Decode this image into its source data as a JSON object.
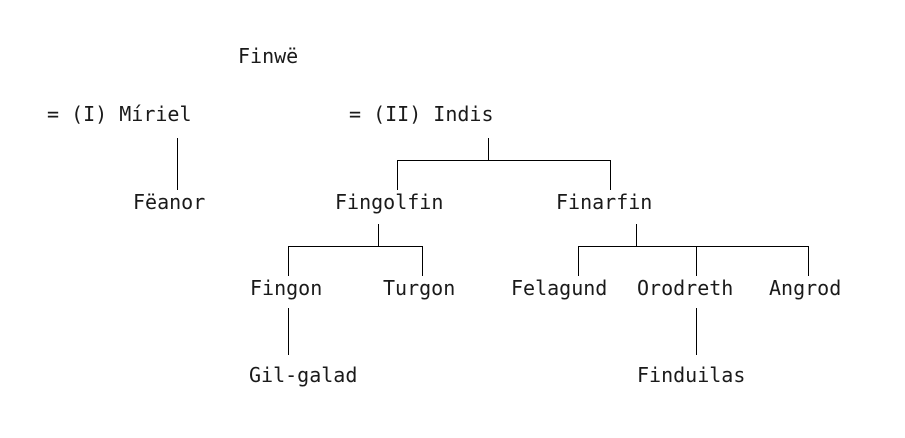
{
  "diagram": {
    "title_text": "",
    "line_color": "#000000",
    "text_color": "#1a1a1a",
    "background": "#ffffff"
  },
  "nodes": {
    "finwe": "Finwë",
    "miriel": "= (I) Míriel",
    "indis": "= (II) Indis",
    "feanor": "Fëanor",
    "fingolfin": "Fingolfin",
    "finarfin": "Finarfin",
    "fingon": "Fingon",
    "turgon": "Turgon",
    "felagund": "Felagund",
    "orodreth": "Orodreth",
    "angrod": "Angrod",
    "gilgalad": "Gil-galad",
    "finduilas": "Finduilas"
  },
  "generations": [
    {
      "label": "generation-1",
      "members": [
        "Finwë"
      ]
    },
    {
      "label": "generation-1-spouses",
      "members": [
        "= (I) Míriel",
        "= (II) Indis"
      ]
    },
    {
      "label": "generation-2",
      "members": [
        "Fëanor",
        "Fingolfin",
        "Finarfin"
      ]
    },
    {
      "label": "generation-3",
      "members": [
        "Fingon",
        "Turgon",
        "Felagund",
        "Orodreth",
        "Angrod"
      ]
    },
    {
      "label": "generation-4",
      "members": [
        "Gil-galad",
        "Finduilas"
      ]
    }
  ],
  "relations": [
    {
      "parent": "Míriel",
      "children": [
        "Fëanor"
      ]
    },
    {
      "parent": "Indis",
      "children": [
        "Fingolfin",
        "Finarfin"
      ]
    },
    {
      "parent": "Fingolfin",
      "children": [
        "Fingon",
        "Turgon"
      ]
    },
    {
      "parent": "Finarfin",
      "children": [
        "Felagund",
        "Orodreth",
        "Angrod"
      ]
    },
    {
      "parent": "Fingon",
      "children": [
        "Gil-galad"
      ]
    },
    {
      "parent": "Orodreth",
      "children": [
        "Finduilas"
      ]
    }
  ]
}
